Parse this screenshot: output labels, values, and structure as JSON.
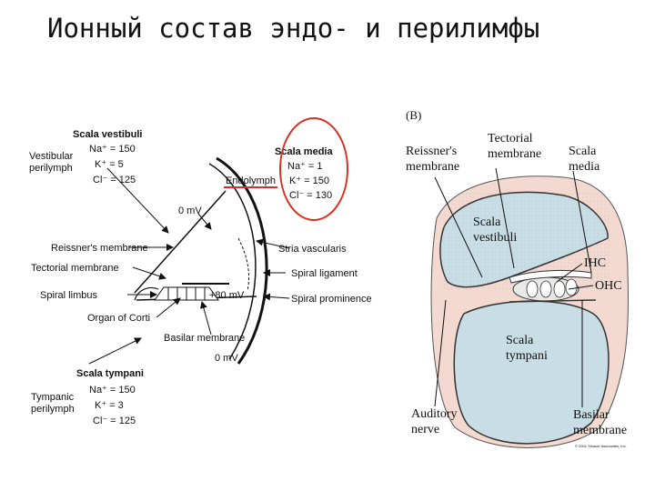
{
  "title": "Ионный состав эндо- и перилимфы",
  "left": {
    "scala_vestibuli": "Scala vestibuli",
    "vestibular_perilymph": [
      "Vestibular",
      "perilymph"
    ],
    "sv_ions": [
      "Na⁺ = 150",
      "K⁺ = 5",
      "Cl⁻ = 125"
    ],
    "scala_media": "Scala media",
    "endolymph": "Endolymph",
    "sm_ions": [
      "Na⁺ = 1",
      "K⁺ = 150",
      "Cl⁻ = 130"
    ],
    "zero_mv_top": "0 mV",
    "reissners_membrane": "Reissner's membrane",
    "stria_vascularis": "Stria vascularis",
    "tectorial_membrane": "Tectorial membrane",
    "spiral_ligament": "Spiral ligament",
    "spiral_limbus": "Spiral limbus",
    "plus80": "+80 mV",
    "spiral_prominence": "Spiral prominence",
    "organ_of_corti": "Organ of Corti",
    "basilar_membrane": "Basilar membrane",
    "zero_mv_bottom": "0 mV",
    "scala_tympani": "Scala tympani",
    "tympanic_perilymph": [
      "Tympanic",
      "perilymph"
    ],
    "st_ions": [
      "Na⁺ = 150",
      "K⁺ = 3",
      "Cl⁻ = 125"
    ]
  },
  "right": {
    "panel_label": "(B)",
    "reissners": [
      "Reissner's",
      "membrane"
    ],
    "tectorial": [
      "Tectorial",
      "membrane"
    ],
    "scala_media": [
      "Scala",
      "media"
    ],
    "scala_vestibuli": [
      "Scala",
      "vestibuli"
    ],
    "ihc": "IHC",
    "ohc": "OHC",
    "scala_tympani": [
      "Scala",
      "tympani"
    ],
    "auditory_nerve": [
      "Auditory",
      "nerve"
    ],
    "basilar": [
      "Basilar",
      "membrane"
    ],
    "copyright": "© 2001 Sinauer Associates, Inc."
  },
  "colors": {
    "highlight_circle": "#d9301f",
    "highlight_underline": "#d9301f",
    "scala_fill": "#c9dde5",
    "tissue_fill": "#f3d9cf",
    "cell_fill": "#e9e9e9"
  }
}
